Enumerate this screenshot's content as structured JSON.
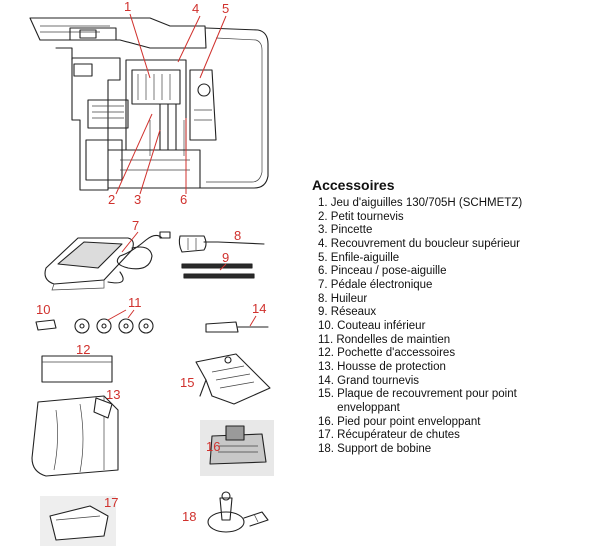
{
  "accessories": {
    "title": "Accessoires",
    "items": [
      "1. Jeu d'aiguilles 130/705H (SCHMETZ)",
      "2. Petit tournevis",
      "3. Pincette",
      "4. Recouvrement du boucleur supérieur",
      "5. Enfile-aiguille",
      "6. Pinceau / pose-aiguille",
      "7. Pédale électronique",
      "8. Huileur",
      "9. Réseaux",
      "10. Couteau inférieur",
      "11. Rondelles de maintien",
      "12. Pochette d'accessoires",
      "13. Housse de protection",
      "14. Grand tournevis",
      "15. Plaque de recouvrement pour point",
      "      enveloppant",
      "16. Pied pour point enveloppant",
      "17. Récupérateur de chutes",
      "18. Support de bobine"
    ]
  },
  "callouts": {
    "c1": "1",
    "c2": "2",
    "c3": "3",
    "c4": "4",
    "c5": "5",
    "c6": "6",
    "c7": "7",
    "c8": "8",
    "c9": "9",
    "c10": "10",
    "c11": "11",
    "c12": "12",
    "c13": "13",
    "c14": "14",
    "c15": "15",
    "c16": "16",
    "c17": "17",
    "c18": "18"
  },
  "colors": {
    "callout": "#d0312d",
    "ink": "#222222"
  }
}
